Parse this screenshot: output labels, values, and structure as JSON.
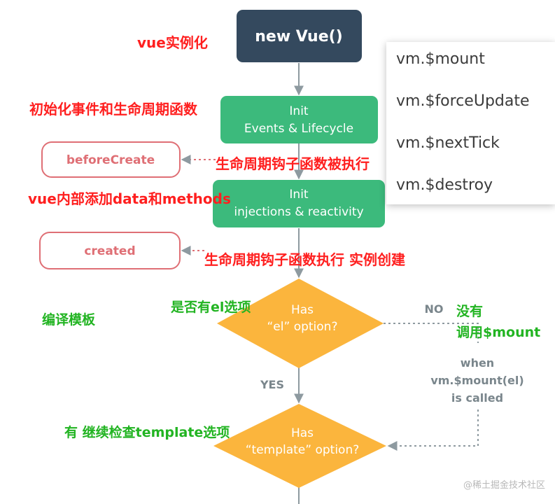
{
  "nodes": {
    "new_vue": "new Vue()",
    "init_events_1": "Init",
    "init_events_2": "Events & Lifecycle",
    "before_create": "beforeCreate",
    "init_inject_1": "Init",
    "init_inject_2": "injections & reactivity",
    "created": "created",
    "has_el_1": "Has",
    "has_el_2": "“el” option?",
    "has_tpl_1": "Has",
    "has_tpl_2": "“template” option?"
  },
  "edge_labels": {
    "no": "NO",
    "yes": "YES",
    "when_1": "when",
    "when_2": "vm.$mount(el)",
    "when_3": "is called"
  },
  "annotations": {
    "vue_instantiate": "vue实例化",
    "init_events_lifecycle": "初始化事件和生命周期函数",
    "hook_executed": "生命周期钩子函数被执行",
    "add_data_methods": "vue内部添加data和methods",
    "hook_instance_created": "生命周期钩子函数执行 实例创建",
    "compile_template": "编译模板",
    "has_el_question": "是否有el选项",
    "no_el": "没有",
    "call_mount": "调用$mount",
    "yes_check_template": "有 继续检查template选项"
  },
  "popup_methods": [
    "vm.$mount",
    "vm.$forceUpdate",
    "vm.$nextTick",
    "vm.$destroy"
  ],
  "watermark": "@稀土掘金技术社区",
  "colors": {
    "dark_node": "#34495e",
    "green_node": "#3cba7c",
    "hook_border": "#df6f75",
    "decision": "#fbb53d",
    "arrow": "#8e9aa0",
    "annotation_red": "#ff1f1f",
    "annotation_green": "#22b422"
  }
}
